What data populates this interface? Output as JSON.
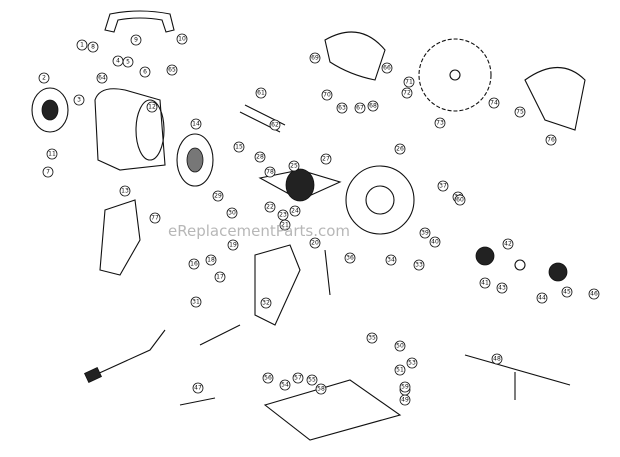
{
  "watermark": "eReplacementParts.com",
  "callouts": [
    "1",
    "2",
    "3",
    "4",
    "5",
    "6",
    "7",
    "8",
    "9",
    "10",
    "11",
    "12",
    "13",
    "14",
    "15",
    "16",
    "17",
    "18",
    "19",
    "20",
    "21",
    "22",
    "23",
    "24",
    "25",
    "26",
    "27",
    "28",
    "29",
    "30",
    "31",
    "32",
    "33",
    "34",
    "35",
    "36",
    "37",
    "38",
    "39",
    "40",
    "41",
    "42",
    "43",
    "44",
    "45",
    "46",
    "47",
    "48",
    "49",
    "50",
    "51",
    "52",
    "53",
    "54",
    "55",
    "56",
    "57",
    "58",
    "59",
    "60",
    "61",
    "62",
    "63",
    "64",
    "65",
    "66",
    "67",
    "68",
    "69",
    "70",
    "71",
    "72",
    "73",
    "74",
    "75",
    "76",
    "77",
    "78"
  ]
}
